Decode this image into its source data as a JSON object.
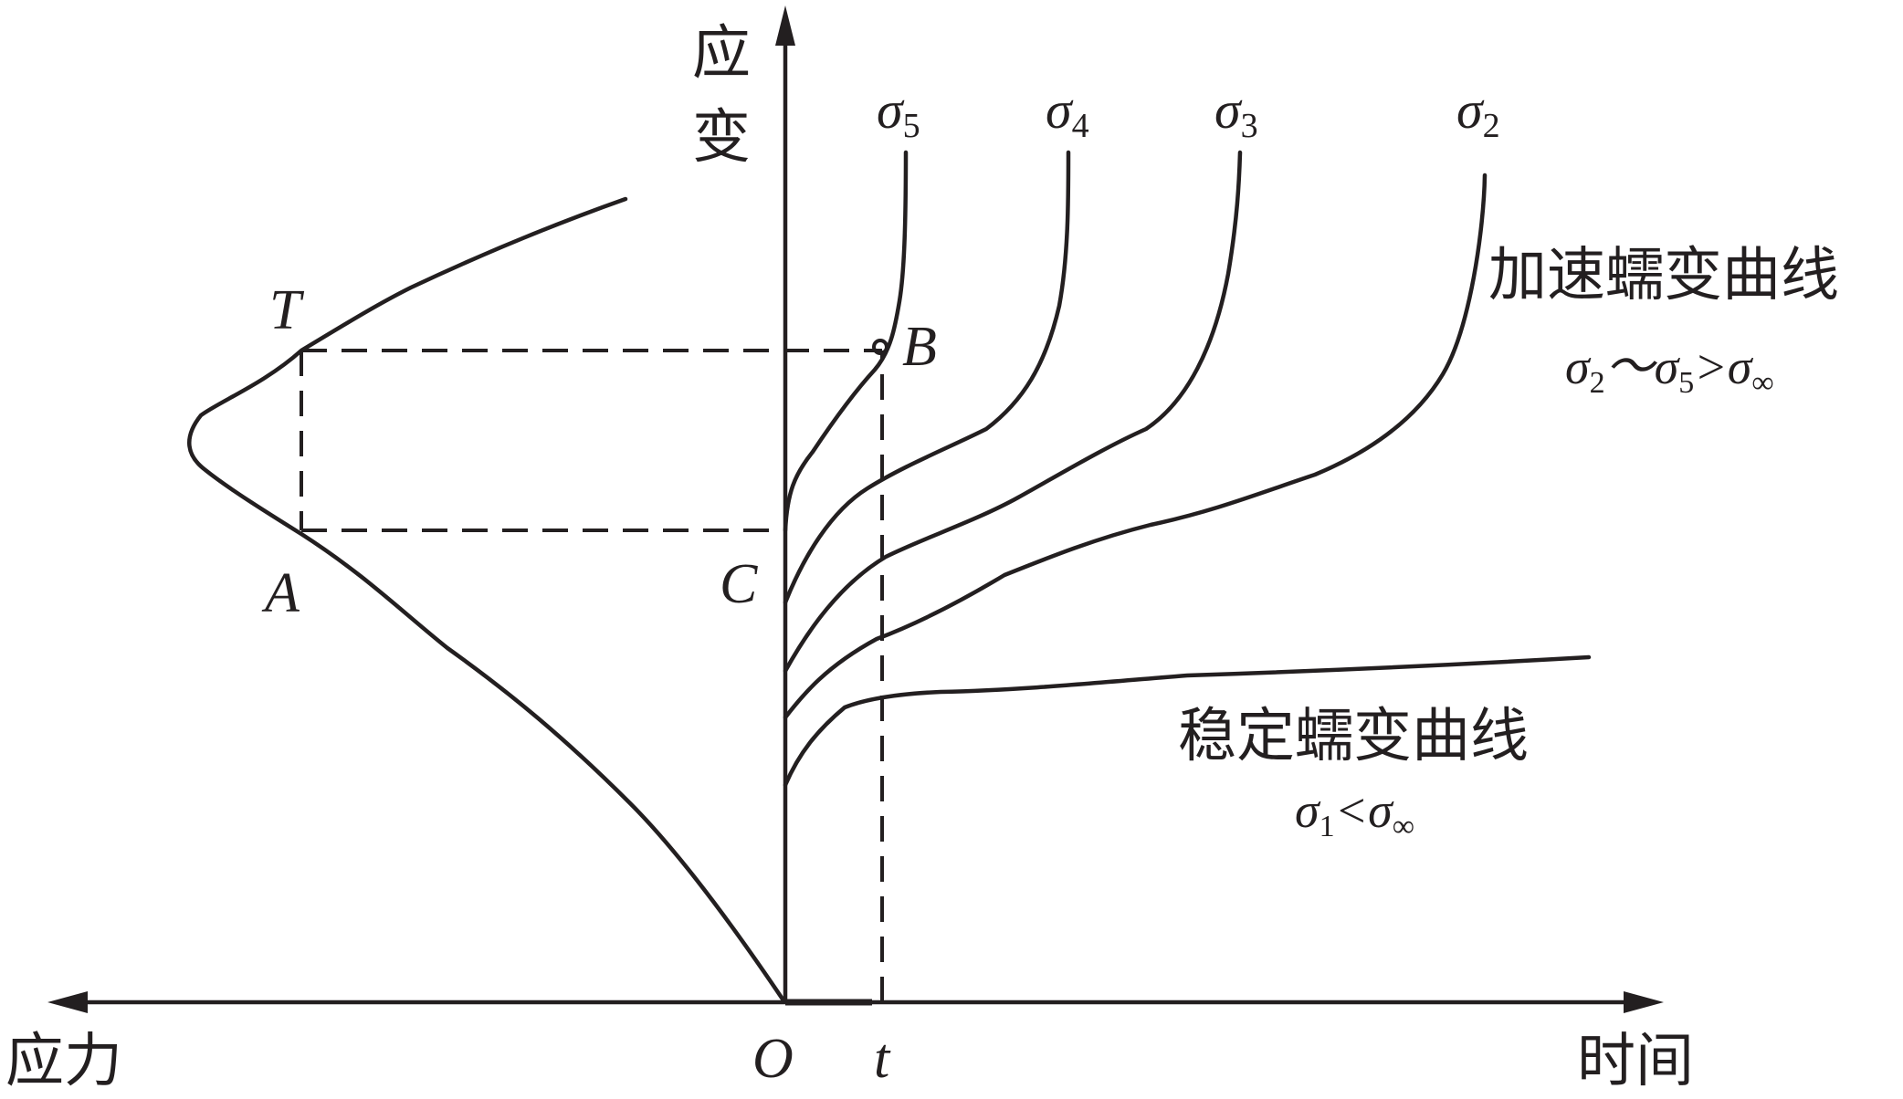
{
  "axes": {
    "vertical_label": [
      "应",
      "变"
    ],
    "left_label": "应力",
    "right_label": "时间",
    "origin": "O",
    "time_mark": "t"
  },
  "points": {
    "T": "T",
    "A": "A",
    "B": "B",
    "C": "C"
  },
  "curve_labels": [
    {
      "base": "σ",
      "sub": "5"
    },
    {
      "base": "σ",
      "sub": "4"
    },
    {
      "base": "σ",
      "sub": "3"
    },
    {
      "base": "σ",
      "sub": "2"
    }
  ],
  "accelerating": {
    "title": "加速蠕变曲线",
    "rel": {
      "a": "σ",
      "a_sub": "2",
      "sep": "～",
      "b": "σ",
      "b_sub": "5",
      "op": ">",
      "c": "σ",
      "c_sub": "∞"
    }
  },
  "steady": {
    "title": "稳定蠕变曲线",
    "rel": {
      "a": "σ",
      "a_sub": "1",
      "op": "<",
      "c": "σ",
      "c_sub": "∞"
    }
  },
  "colors": {
    "ink": "#231f20",
    "background": "#ffffff"
  }
}
